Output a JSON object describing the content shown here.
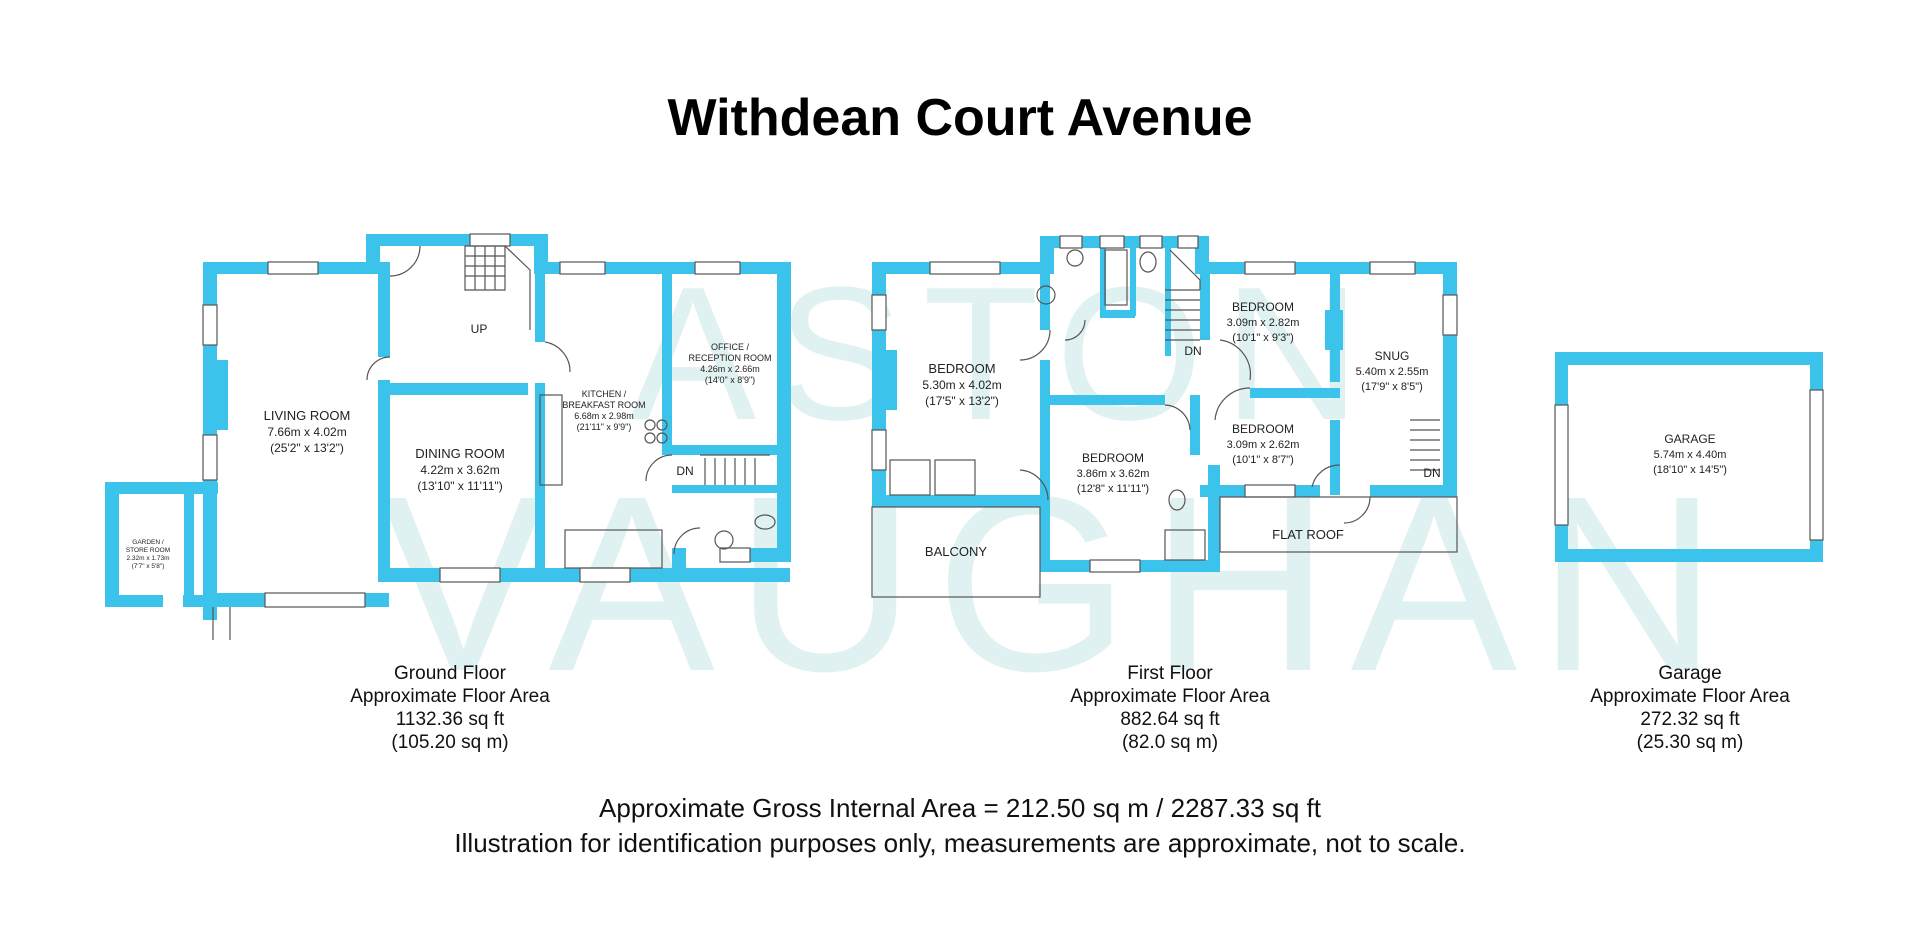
{
  "title": "Withdean Court Avenue",
  "watermark": {
    "line1": "ASTON",
    "line2": "VAUGHAN"
  },
  "colors": {
    "walls": "#3cc3ec",
    "watermark": "#dff1f1",
    "text": "#111111"
  },
  "floors": [
    {
      "id": "ground",
      "name": "Ground Floor",
      "area_label": "Approximate Floor Area",
      "sq_ft": "1132.36 sq ft",
      "sq_m": "(105.20 sq m)",
      "rooms": [
        {
          "name": "LIVING ROOM",
          "metric": "7.66m x 4.02m",
          "imperial": "(25'2\" x 13'2\")"
        },
        {
          "name": "DINING ROOM",
          "metric": "4.22m x 3.62m",
          "imperial": "(13'10\" x 11'11\")"
        },
        {
          "name": "KITCHEN /",
          "name2": "BREAKFAST ROOM",
          "metric": "6.68m x 2.98m",
          "imperial": "(21'11\" x 9'9\")"
        },
        {
          "name": "OFFICE /",
          "name2": "RECEPTION ROOM",
          "metric": "4.26m x 2.66m",
          "imperial": "(14'0\" x 8'9\")"
        },
        {
          "name": "GARDEN /",
          "name2": "STORE ROOM",
          "metric": "2.32m x 1.73m",
          "imperial": "(7'7\" x 5'8\")"
        }
      ],
      "markers": [
        "UP",
        "DN"
      ]
    },
    {
      "id": "first",
      "name": "First Floor",
      "area_label": "Approximate Floor Area",
      "sq_ft": "882.64 sq ft",
      "sq_m": "(82.0 sq m)",
      "rooms": [
        {
          "name": "BEDROOM",
          "metric": "5.30m x 4.02m",
          "imperial": "(17'5\" x 13'2\")"
        },
        {
          "name": "BEDROOM",
          "metric": "3.09m x 2.82m",
          "imperial": "(10'1\" x 9'3\")"
        },
        {
          "name": "SNUG",
          "metric": "5.40m x 2.55m",
          "imperial": "(17'9\" x 8'5\")"
        },
        {
          "name": "BEDROOM",
          "metric": "3.09m x 2.62m",
          "imperial": "(10'1\" x 8'7\")"
        },
        {
          "name": "BEDROOM",
          "metric": "3.86m x 3.62m",
          "imperial": "(12'8\" x 11'11\")"
        }
      ],
      "balcony": "BALCONY",
      "flat_roof": "FLAT ROOF",
      "markers": [
        "DN",
        "DN"
      ]
    },
    {
      "id": "garage",
      "name": "Garage",
      "area_label": "Approximate Floor Area",
      "sq_ft": "272.32 sq ft",
      "sq_m": "(25.30 sq m)",
      "rooms": [
        {
          "name": "GARAGE",
          "metric": "5.74m x 4.40m",
          "imperial": "(18'10\" x 14'5\")"
        }
      ]
    }
  ],
  "gross_internal_area": "Approximate Gross Internal Area = 212.50 sq m / 2287.33 sq ft",
  "disclaimer": "Illustration for identification purposes only, measurements are approximate, not to scale."
}
